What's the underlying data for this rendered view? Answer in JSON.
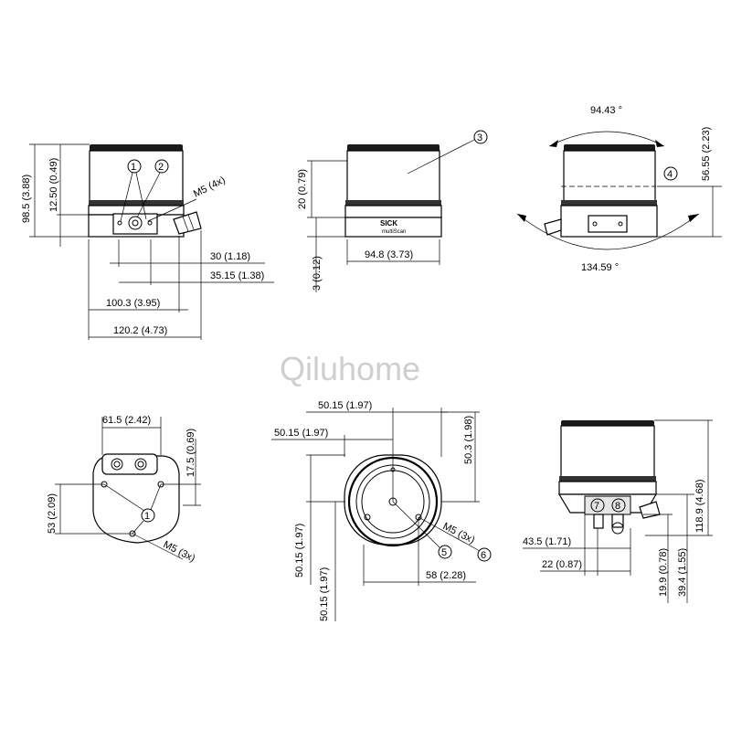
{
  "watermark": "Qiluhome",
  "brand": {
    "logo": "SICK",
    "model": "multiScan"
  },
  "view_front": {
    "dims": {
      "height_total": "98.5 (3.88)",
      "height_base": "12.50 (0.49)",
      "thread": "M5 (4x)",
      "d30": "30 (1.18)",
      "d35": "35.15 (1.38)",
      "d100": "100.3 (3.95)",
      "d120": "120.2 (4.73)"
    },
    "callouts": [
      "1",
      "2"
    ]
  },
  "view_side": {
    "dims": {
      "d20": "20 (0.79)",
      "d3": "3 (0.12)",
      "d94": "94.8 (3.73)"
    },
    "callouts": [
      "3"
    ]
  },
  "view_tilt": {
    "dims": {
      "angle_top": "94.43 °",
      "angle_bottom": "134.59 °",
      "height": "56.55 (2.23)"
    },
    "callouts": [
      "4"
    ]
  },
  "view_bottom_left": {
    "dims": {
      "d61": "61.5 (2.42)",
      "d17": "17.5 (0.69)",
      "d53": "53 (2.09)",
      "thread": "M5 (3x)"
    },
    "callouts": [
      "1"
    ]
  },
  "view_bottom_center": {
    "dims": {
      "top_a": "50.15 (1.97)",
      "top_b": "50.15 (1.97)",
      "right": "50.3 (1.98)",
      "left_a": "50.15 (1.97)",
      "left_b": "50.15 (1.97)",
      "d58": "58 (2.28)",
      "thread": "M5 (3x)"
    },
    "callouts": [
      "5",
      "6"
    ]
  },
  "view_back": {
    "dims": {
      "d118": "118.9 (4.68)",
      "d43": "43.5 (1.71)",
      "d22": "22 (0.87)",
      "d19": "19.9 (0.78)",
      "d39": "39.4 (1.55)"
    },
    "callouts": [
      "7",
      "8"
    ]
  }
}
